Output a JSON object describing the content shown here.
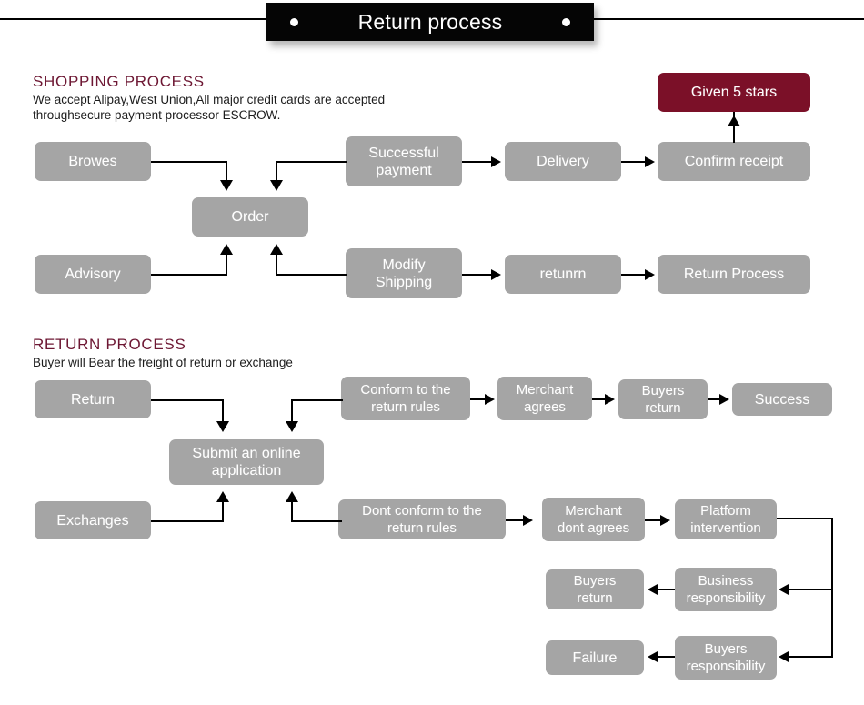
{
  "header": {
    "title": "Return process",
    "dot_left": "bullet-dot",
    "dot_right": "bullet-dot"
  },
  "colors": {
    "box_gray": "#a5a5a5",
    "accent_maroon": "#7b1028",
    "heading_maroon": "#6d1733",
    "line_black": "#000000",
    "background": "#ffffff"
  },
  "sections": [
    {
      "id": "shopping",
      "title": "SHOPPING PROCESS",
      "description": "We accept Alipay,West Union,All major credit cards are accepted\nthroughsecure payment processor ESCROW."
    },
    {
      "id": "return",
      "title": "RETURN PROCESS",
      "description": "Buyer will Bear the freight of return or exchange"
    }
  ],
  "shopping_nodes": {
    "browes": "Browes",
    "order": "Order",
    "successful_payment": "Successful\npayment",
    "delivery": "Delivery",
    "confirm_receipt": "Confirm receipt",
    "given_5_stars": "Given 5 stars",
    "advisory": "Advisory",
    "modify_shipping": "Modify\nShipping",
    "retunrn": "retunrn",
    "return_process": "Return Process"
  },
  "return_nodes": {
    "return": "Return",
    "submit_online_application": "Submit an online\napplication",
    "conform_rules": "Conform to the\nreturn rules",
    "merchant_agrees": "Merchant\nagrees",
    "buyers_return_top": "Buyers\nreturn",
    "success": "Success",
    "exchanges": "Exchanges",
    "dont_conform_rules": "Dont conform to the\nreturn rules",
    "merchant_dont_agrees": "Merchant\ndont agrees",
    "platform_intervention": "Platform\nintervention",
    "business_responsibility": "Business\nresponsibility",
    "buyers_return_mid": "Buyers\nreturn",
    "buyers_responsibility": "Buyers\nresponsibility",
    "failure": "Failure"
  }
}
